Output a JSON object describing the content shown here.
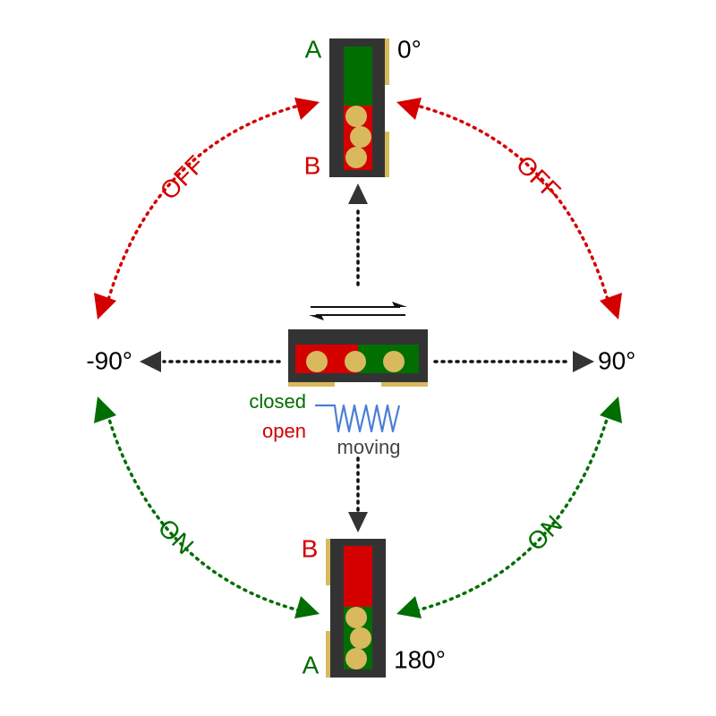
{
  "colors": {
    "red": "#d40000",
    "green": "#006e00",
    "body": "#333333",
    "gold": "#d8b95e",
    "black": "#000000",
    "blue": "#4a7fd6",
    "grey": "#444444"
  },
  "angles": {
    "top": "0°",
    "right": "90°",
    "bottom": "180°",
    "left": "-90°"
  },
  "state_labels": {
    "upper_left": "OFF",
    "upper_right": "OFF",
    "lower_left": "ON",
    "lower_right": "ON"
  },
  "pin_labels": {
    "top_a": "A",
    "top_b": "B",
    "bottom_b": "B",
    "bottom_a": "A"
  },
  "legend": {
    "closed": "closed",
    "open": "open",
    "moving": "moving"
  },
  "icons": {
    "motion": "bidirectional-arrows-icon",
    "spring": "spring-icon"
  }
}
